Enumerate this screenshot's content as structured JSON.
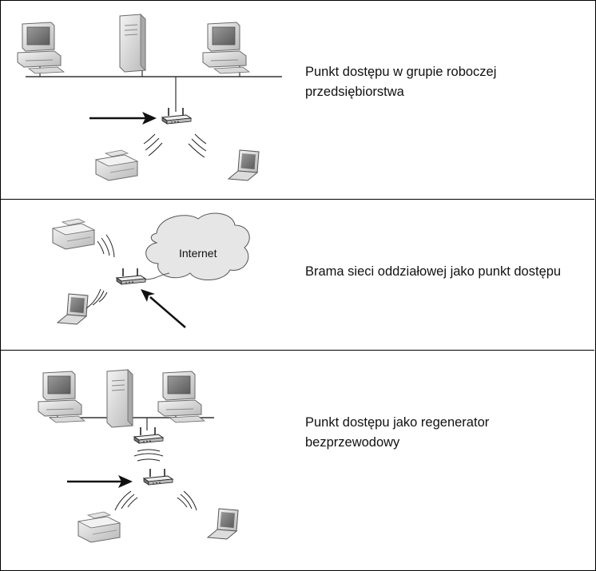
{
  "rows": [
    {
      "caption": "Punkt dostępu w grupie roboczej przedsiębiorstwa"
    },
    {
      "caption": "Brama sieci oddziałowej jako punkt dostępu",
      "cloud_label": "Internet"
    },
    {
      "caption": "Punkt dostępu jako regenerator bezprzewodowy"
    }
  ],
  "icons": [
    "desktop-computer-icon",
    "tower-server-icon",
    "access-point-icon",
    "printer-icon",
    "laptop-icon",
    "cloud-icon",
    "arrow-icon",
    "wireless-waves-icon"
  ]
}
